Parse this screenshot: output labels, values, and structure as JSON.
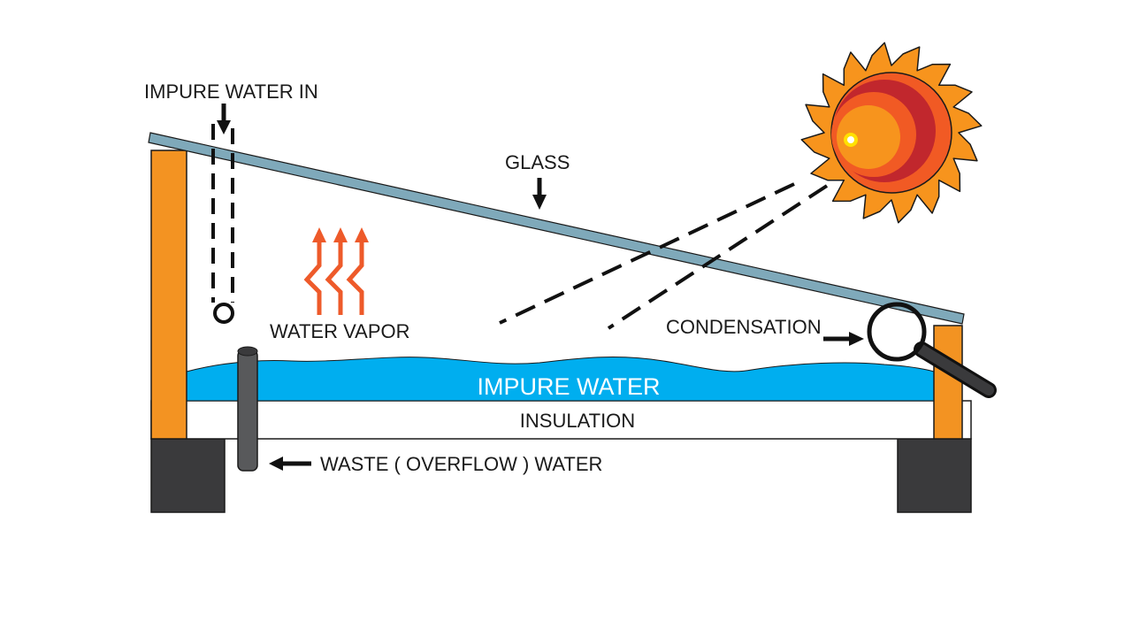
{
  "labels": {
    "impure_water_in": "IMPURE WATER IN",
    "glass": "GLASS",
    "water_vapor": "WATER VAPOR",
    "condensation": "CONDENSATION",
    "impure_water": "IMPURE WATER",
    "insulation": "INSULATION",
    "waste_water": "WASTE ( OVERFLOW ) WATER"
  },
  "colors": {
    "wood": "#F39322",
    "glass": "#7FA9BA",
    "water": "#00AEEF",
    "base": "#3A3A3C",
    "vapor": "#EE5A2A",
    "sun_outer": "#F7941D",
    "sun_inner": "#F15A24",
    "sun_shade": "#C1272D",
    "sun_spot": "#FFE000",
    "pipe": "#58595B"
  }
}
